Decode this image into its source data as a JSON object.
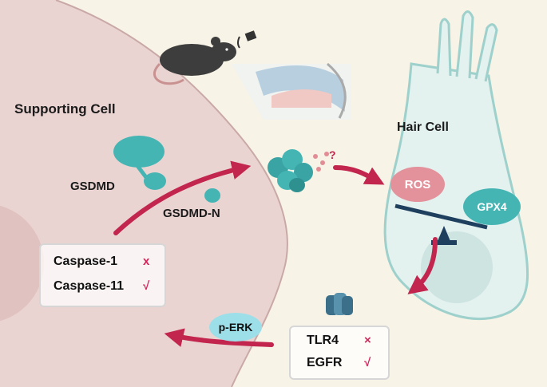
{
  "labels": {
    "supporting_cell": "Supporting Cell",
    "hair_cell": "Hair Cell",
    "gsdmd": "GSDMD",
    "gsdmd_n": "GSDMD-N",
    "question": "?",
    "ros": "ROS",
    "gpx4": "GPX4",
    "p_erk": "p-ERK"
  },
  "caspase_box": {
    "items": [
      {
        "label": "Caspase-1",
        "mark": "x"
      },
      {
        "label": "Caspase-11",
        "mark": "√"
      }
    ]
  },
  "receptor_box": {
    "items": [
      {
        "label": "TLR4",
        "mark": "×"
      },
      {
        "label": "EGFR",
        "mark": "√"
      }
    ]
  },
  "colors": {
    "background": "#f7f3e6",
    "supporting_cell": "#ead4d2",
    "hair_cell": "#e3f1ef",
    "teal": "#45b5b4",
    "arrow": "#c2264e"
  }
}
